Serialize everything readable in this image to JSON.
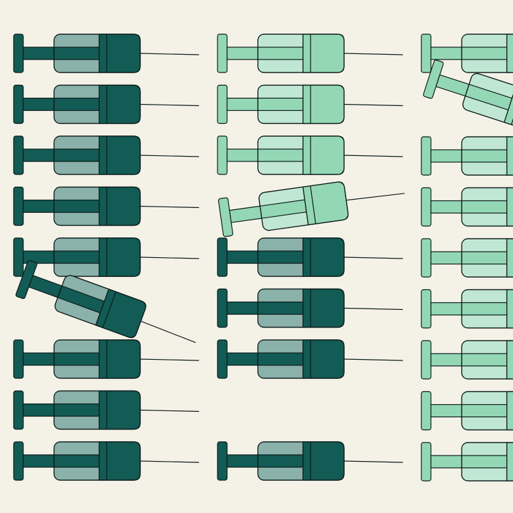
{
  "palette": {
    "background": "#f4f2e7",
    "dark_fill": "#135b55",
    "dark_barrel": "#8ab1aa",
    "light_fill": "#94d7b5",
    "light_barrel": "#c0e7d3",
    "stroke": "#0c1b19"
  },
  "illustration": {
    "subject": "syringe-icon",
    "columns": [
      {
        "tone": "dark",
        "syringes": [
          {
            "slot": 0,
            "tilt_deg": 0
          },
          {
            "slot": 1,
            "tilt_deg": 0
          },
          {
            "slot": 2,
            "tilt_deg": 0
          },
          {
            "slot": 3,
            "tilt_deg": 0
          },
          {
            "slot": 4,
            "tilt_deg": 0
          },
          {
            "slot": 5,
            "tilt_deg": 20
          },
          {
            "slot": 6,
            "tilt_deg": 0
          },
          {
            "slot": 7,
            "tilt_deg": 0
          },
          {
            "slot": 8,
            "tilt_deg": 0
          }
        ]
      },
      {
        "tone": "mixed",
        "syringes": [
          {
            "slot": 0,
            "tilt_deg": 0,
            "tone": "light"
          },
          {
            "slot": 1,
            "tilt_deg": 0,
            "tone": "light"
          },
          {
            "slot": 2,
            "tilt_deg": 0,
            "tone": "light"
          },
          {
            "slot": 3,
            "tilt_deg": -8,
            "tone": "light"
          },
          {
            "slot": 4,
            "tilt_deg": 0,
            "tone": "dark"
          },
          {
            "slot": 5,
            "tilt_deg": 0,
            "tone": "dark"
          },
          {
            "slot": 6,
            "tilt_deg": 0,
            "tone": "dark"
          },
          {
            "slot": 8,
            "tilt_deg": 0,
            "tone": "dark"
          }
        ]
      },
      {
        "tone": "light",
        "syringes": [
          {
            "slot": 0,
            "tilt_deg": 0
          },
          {
            "slot": 1,
            "tilt_deg": 18
          },
          {
            "slot": 2,
            "tilt_deg": 0
          },
          {
            "slot": 3,
            "tilt_deg": 0
          },
          {
            "slot": 4,
            "tilt_deg": 0
          },
          {
            "slot": 5,
            "tilt_deg": 0
          },
          {
            "slot": 6,
            "tilt_deg": 0
          },
          {
            "slot": 7,
            "tilt_deg": 0
          },
          {
            "slot": 8,
            "tilt_deg": 0
          }
        ]
      }
    ]
  }
}
